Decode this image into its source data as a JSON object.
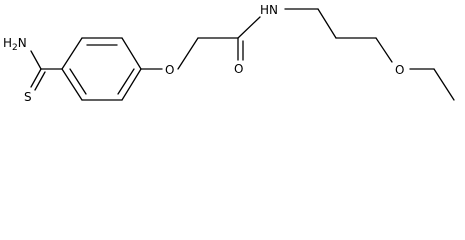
{
  "molecule": {
    "colors": {
      "bond": "#000000",
      "label": "#000000",
      "background": "#ffffff"
    },
    "labels": {
      "amine": "H2N",
      "thione_sulfur": "S",
      "ether_oxygen": "O",
      "carbonyl_oxygen": "O",
      "amide_nitrogen": "HN",
      "ethoxy_oxygen": "O"
    }
  }
}
